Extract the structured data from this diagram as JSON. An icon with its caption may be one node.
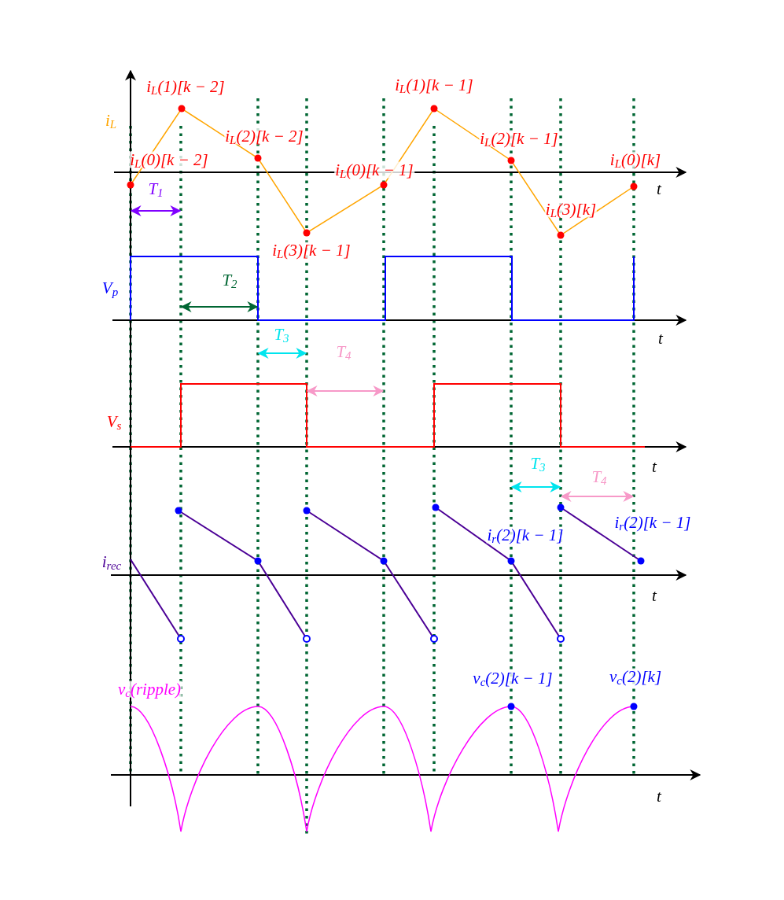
{
  "diagram": {
    "labels": [
      "i$_{L}$(1)[k − 2]",
      "i$_{L}$(1)[k − 1]",
      "i$_{L}$",
      "i$_{L}$(2)[k − 2]",
      "i$_{L}$(2)[k − 1]",
      "i$_{L}$(0)[k − 2]",
      "i$_{L}$(0)[k − 1]",
      "i$_{L}$(0)[k]",
      "T$_{1}$",
      "t",
      "i$_{L}$(3)[k]",
      "i$_{L}$(3)[k − 1]",
      "T$_{2}$",
      "V$_{p}$",
      "T$_{3}$",
      "t",
      "T$_{4}$",
      "V$_{s}$",
      "T$_{3}$",
      "t",
      "T$_{4}$",
      "i$_{r}$(2)[k − 1]",
      "i$_{r}$(2)[k − 1]",
      "i$_{rec}$",
      "t",
      "v$_{c}$(ripple)",
      "v$_{c}$(2)[k − 1]",
      "v$_{c}$(2)[k]",
      "t"
    ]
  }
}
